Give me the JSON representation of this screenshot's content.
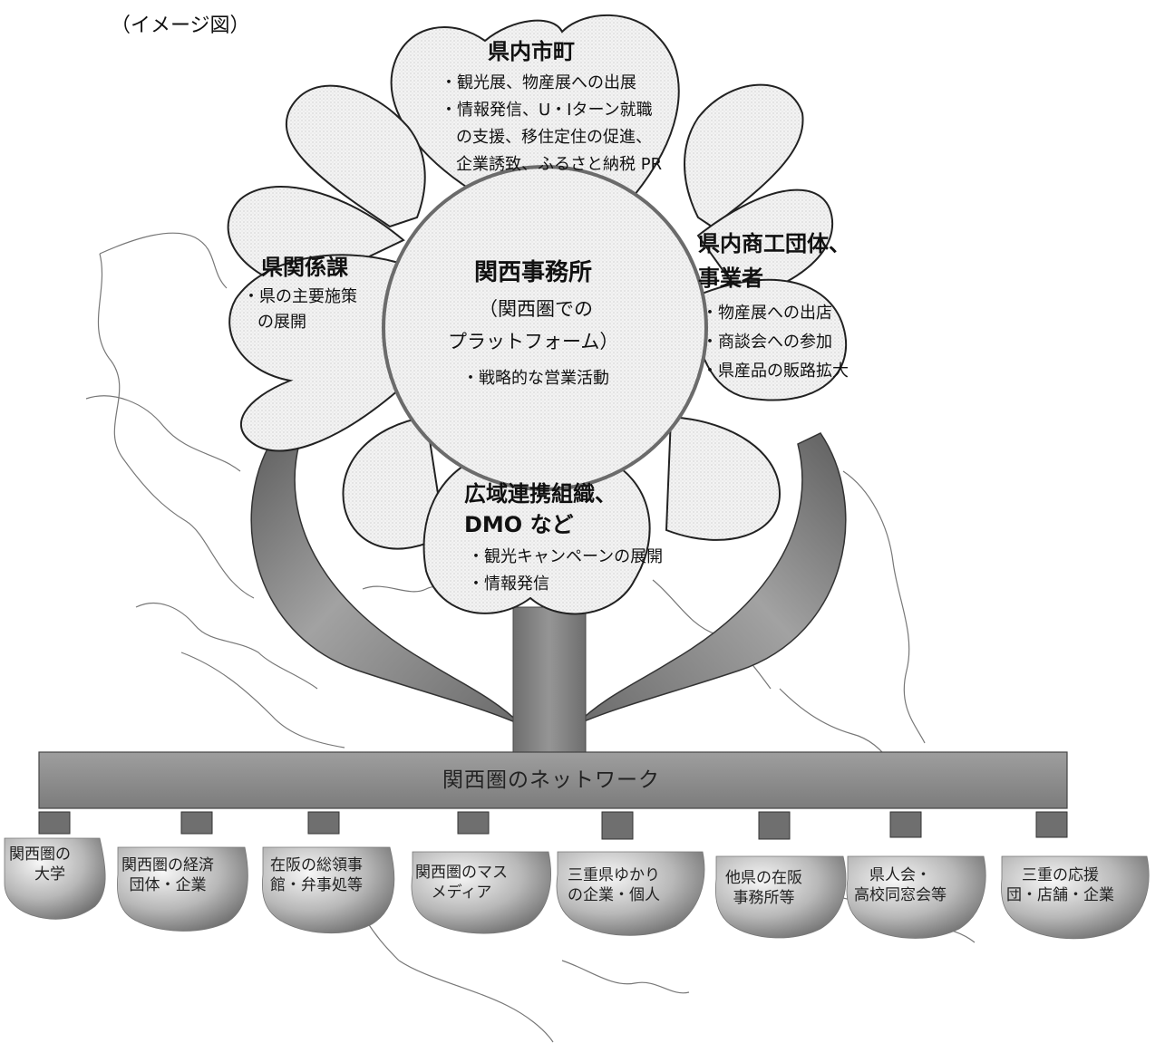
{
  "caption": "（イメージ図）",
  "center": {
    "title": "関西事務所",
    "sub_line1": "（関西圏での",
    "sub_line2": "プラットフォーム）",
    "bullet": "・戦略的な営業活動"
  },
  "petals": {
    "top": {
      "heading": "県内市町",
      "bullets": [
        "・観光展、物産展への出展",
        "・情報発信、U・Iターン就職",
        "の支援、移住定住の促進、",
        "企業誘致、ふるさと納税 PR"
      ]
    },
    "left": {
      "heading": "県関係課",
      "bullets": [
        "・県の主要施策",
        "の展開"
      ]
    },
    "right": {
      "heading_line1": "県内商工団体、",
      "heading_line2": "事業者",
      "bullets": [
        "・物産展への出店",
        "・商談会への参加",
        "・県産品の販路拡大"
      ]
    },
    "bottom": {
      "heading_line1": "広域連携組織、",
      "heading_line2": "DMO など",
      "bullets": [
        "・観光キャンペーンの展開",
        "・情報発信"
      ]
    }
  },
  "network": {
    "label": "関西圏のネットワーク",
    "members": [
      {
        "line1": "関西圏の",
        "line2": "大学"
      },
      {
        "line1": "関西圏の経済",
        "line2": "団体・企業"
      },
      {
        "line1": "在阪の総領事",
        "line2": "館・弁事処等"
      },
      {
        "line1": "関西圏のマス",
        "line2": "メディア"
      },
      {
        "line1": "三重県ゆかり",
        "line2": "の企業・個人"
      },
      {
        "line1": "他県の在阪",
        "line2": "事務所等"
      },
      {
        "line1": "県人会・",
        "line2": "高校同窓会等"
      },
      {
        "line1": "三重の応援",
        "line2": "団・店舗・企業"
      }
    ]
  },
  "colors": {
    "leaf_fill": "#9a9a9a",
    "bar_fill": "#8c8c8c",
    "petal_fill": "#f1f1f1",
    "outline": "#222222"
  }
}
